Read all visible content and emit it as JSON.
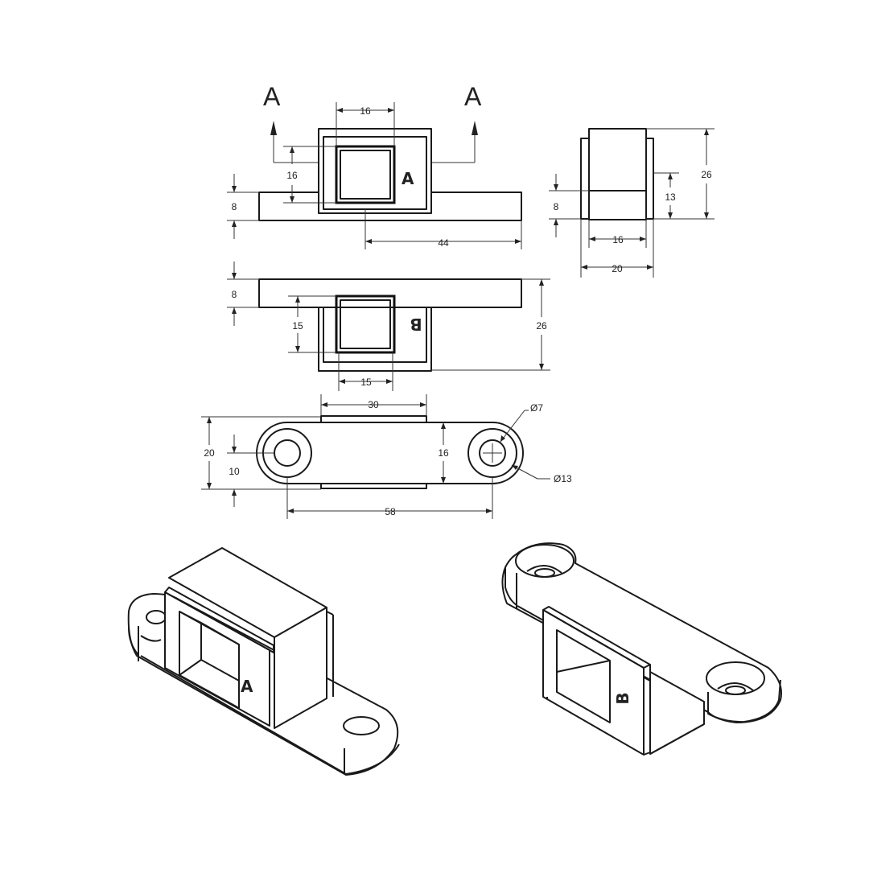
{
  "section_marks": {
    "left": "A",
    "right": "A"
  },
  "face_marks": {
    "top": "A",
    "bottom": "B",
    "iso_left": "A",
    "iso_right": "B"
  },
  "front_view": {
    "width_16": "16",
    "height_16": "16",
    "height_8": "8",
    "length_44": "44"
  },
  "side_view": {
    "height_26": "26",
    "height_13": "13",
    "height_8": "8",
    "width_16": "16",
    "width_20": "20"
  },
  "bottom_view": {
    "height_8": "8",
    "height_15": "15",
    "height_26": "26",
    "width_15": "15"
  },
  "plan_view": {
    "width_30": "30",
    "height_20": "20",
    "height_10": "10",
    "height_16": "16",
    "length_58": "58",
    "hole_dia": "Ø7",
    "boss_dia": "Ø13"
  }
}
